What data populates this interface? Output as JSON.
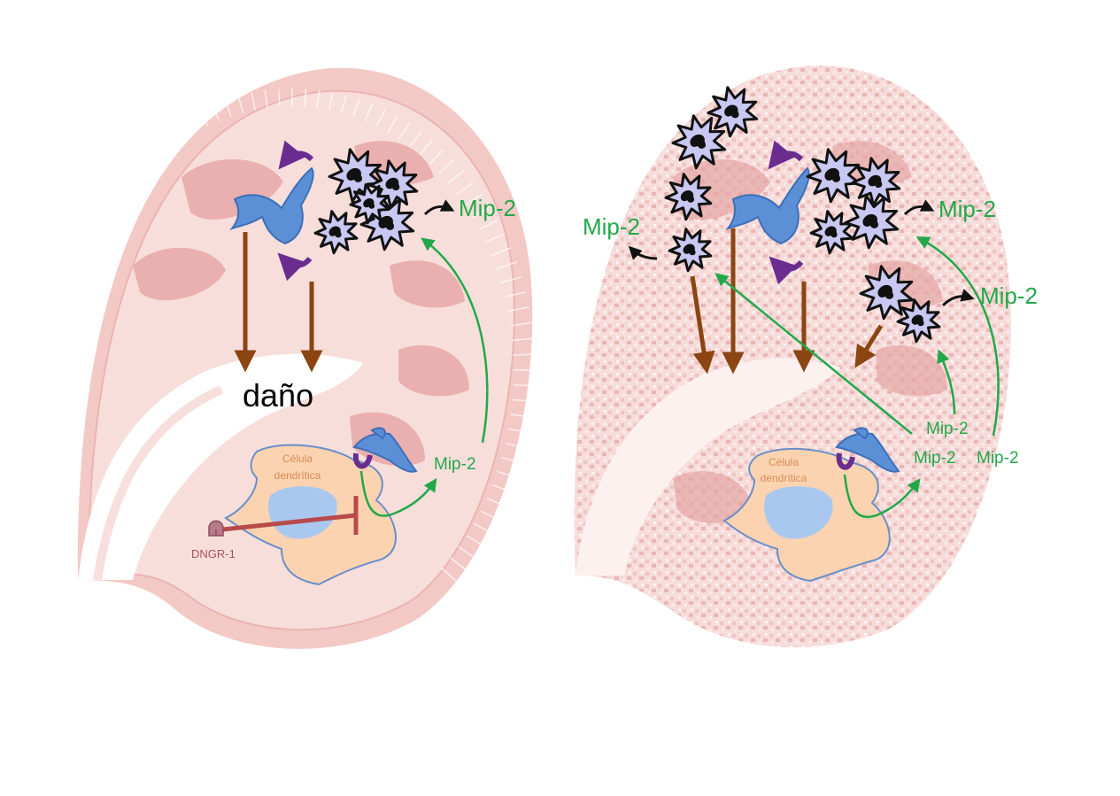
{
  "left_panel": {
    "damage_label": "daño",
    "mip2_upper": "Mip-2",
    "mip2_lower": "Mip-2",
    "cell_label_line1": "Célula",
    "cell_label_line2": "dendrítica",
    "receptor_label": "DNGR-1"
  },
  "right_panel": {
    "mip2_top_left": "Mip-2",
    "mip2_top_right": "Mip-2",
    "mip2_mid_right": "Mip-2",
    "mip2_low_a": "Mip-2",
    "mip2_low_b": "Mip-2",
    "mip2_low_c": "Mip-2",
    "cell_label_line1": "Célula",
    "cell_label_line2": "dendrítica"
  },
  "colors": {
    "kidney_outer": "#f3c9c6",
    "kidney_cortex": "#f7dedb",
    "kidney_medulla": "#e8a8a8",
    "neutrophil_fill": "#c9c8f2",
    "neutrophil_nucleus": "#111111",
    "damage_arrow": "#8b4513",
    "signal_arrow": "#22a84a",
    "rotation_arrow": "#6a2d8f",
    "dendritic_cell": "#fcd3b0",
    "cell_nucleus": "#a9c8f0",
    "macrophage": "#5b8fd6",
    "inhibit_bar": "#b84a4a"
  }
}
